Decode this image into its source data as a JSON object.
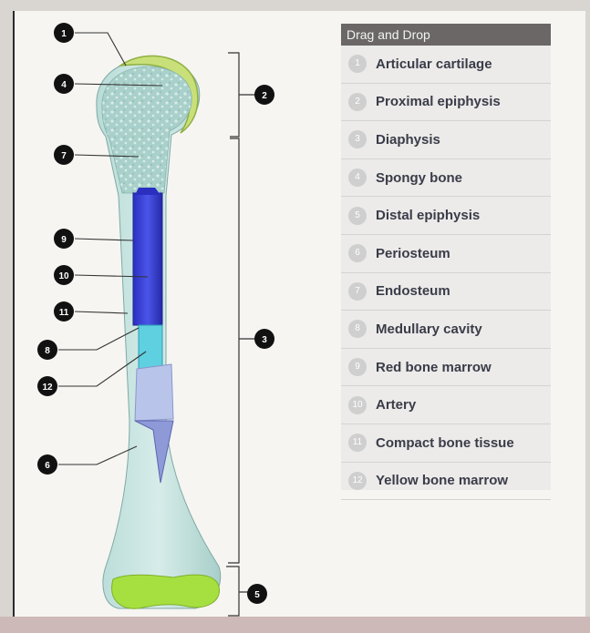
{
  "panel": {
    "title": "Drag and Drop",
    "items": [
      {
        "num": "1",
        "label": "Articular cartilage"
      },
      {
        "num": "2",
        "label": "Proximal epiphysis"
      },
      {
        "num": "3",
        "label": "Diaphysis"
      },
      {
        "num": "4",
        "label": "Spongy bone"
      },
      {
        "num": "5",
        "label": "Distal epiphysis"
      },
      {
        "num": "6",
        "label": "Periosteum"
      },
      {
        "num": "7",
        "label": "Endosteum"
      },
      {
        "num": "8",
        "label": "Medullary cavity"
      },
      {
        "num": "9",
        "label": "Red bone marrow"
      },
      {
        "num": "10",
        "label": "Artery"
      },
      {
        "num": "11",
        "label": "Compact bone tissue"
      },
      {
        "num": "12",
        "label": "Yellow bone marrow"
      }
    ]
  },
  "callouts": {
    "c1": "1",
    "c4": "4",
    "c7": "7",
    "c9": "9",
    "c10": "10",
    "c11": "11",
    "c8": "8",
    "c12": "12",
    "c6": "6",
    "c2": "2",
    "c3": "3",
    "c5": "5"
  },
  "colors": {
    "cartilage": "#b7d66a",
    "spongy_bone": "#a9cfc9",
    "compact_bone": "#bfe0dc",
    "medullary": "#3a3fd0",
    "yellow_marrow": "#5fd0e0",
    "distal_cartilage": "#a6e040",
    "callout_fill": "#111111"
  }
}
